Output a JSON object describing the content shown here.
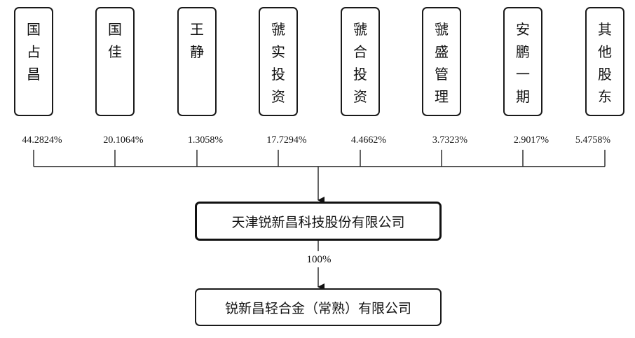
{
  "shareholders": [
    {
      "name": "国占昌",
      "pct": "44.2824%"
    },
    {
      "name": "国佳",
      "pct": "20.1064%"
    },
    {
      "name": "王静",
      "pct": "1.3058%"
    },
    {
      "name": "虢实投资",
      "pct": "17.7294%"
    },
    {
      "name": "虢合投资",
      "pct": "4.4662%"
    },
    {
      "name": "虢盛管理",
      "pct": "3.7323%"
    },
    {
      "name": "安鹏一期",
      "pct": "2.9017%"
    },
    {
      "name": "其他股东",
      "pct": "5.4758%"
    }
  ],
  "parent": {
    "name": "天津锐新昌科技股份有限公司"
  },
  "subsidiary": {
    "name": "锐新昌轻合金（常熟）有限公司",
    "pct": "100%"
  }
}
